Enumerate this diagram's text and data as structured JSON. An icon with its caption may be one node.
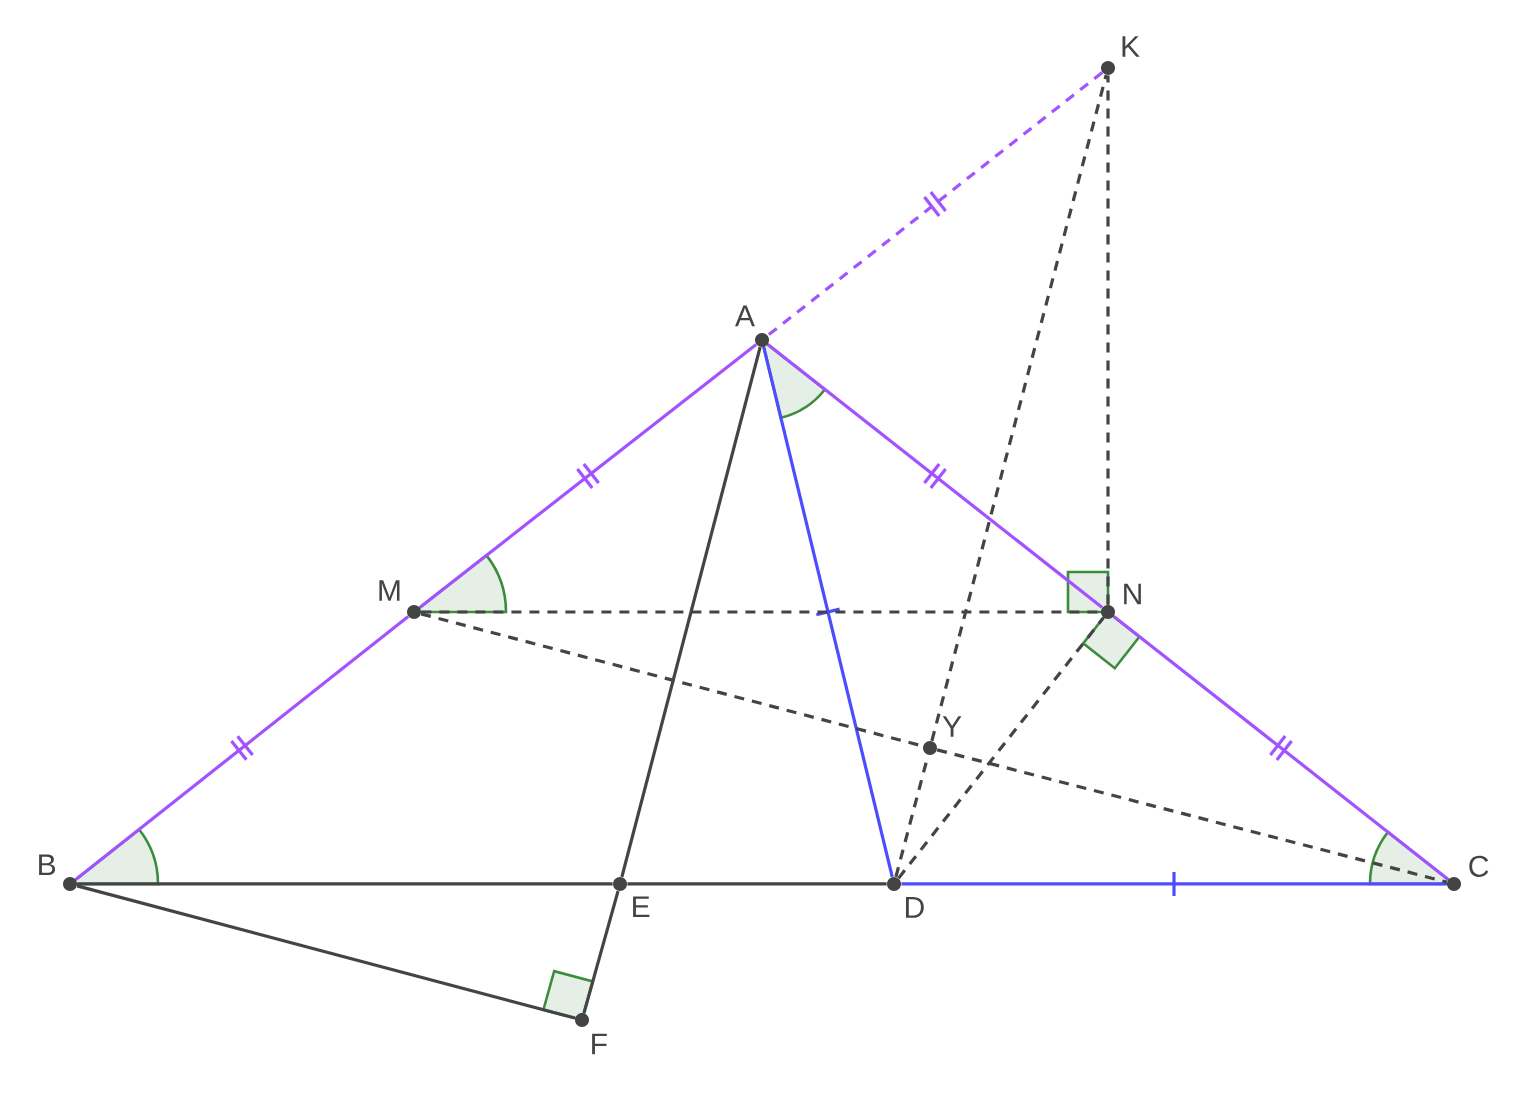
{
  "diagram": {
    "nodes": [
      {
        "text": [
          "K"
        ]
      },
      {
        "text": [
          "A"
        ]
      },
      {
        "text": [
          "M"
        ]
      },
      {
        "text": [
          "N"
        ]
      },
      {
        "text": [
          "Y"
        ]
      },
      {
        "text": [
          "B"
        ]
      },
      {
        "text": [
          "E"
        ]
      },
      {
        "text": [
          "D"
        ]
      },
      {
        "text": [
          "C"
        ]
      },
      {
        "text": [
          "F"
        ]
      }
    ],
    "edges": [
      {
        "from": 0,
        "to": 1,
        "arrow": "none",
        "style": "dashed",
        "color": "#a352ff"
      },
      {
        "from": 1,
        "to": 2,
        "arrow": "none",
        "color": "#a352ff"
      },
      {
        "from": 2,
        "to": 5,
        "arrow": "none",
        "color": "#a352ff"
      },
      {
        "from": 1,
        "to": 3,
        "arrow": "none",
        "color": "#a352ff"
      },
      {
        "from": 3,
        "to": 8,
        "arrow": "none",
        "color": "#a352ff"
      },
      {
        "from": 1,
        "to": 7,
        "arrow": "none",
        "color": "#4d4dff"
      },
      {
        "from": 7,
        "to": 8,
        "arrow": "none",
        "color": "#4d4dff"
      },
      {
        "from": 5,
        "to": 6,
        "arrow": "none"
      },
      {
        "from": 6,
        "to": 7,
        "arrow": "none"
      },
      {
        "from": 1,
        "to": 6,
        "arrow": "none"
      },
      {
        "from": 6,
        "to": 9,
        "arrow": "none"
      },
      {
        "from": 5,
        "to": 9,
        "arrow": "none"
      },
      {
        "from": 2,
        "to": 3,
        "arrow": "none",
        "style": "dashed"
      },
      {
        "from": 2,
        "to": 4,
        "arrow": "none",
        "style": "dashed"
      },
      {
        "from": 4,
        "to": 8,
        "arrow": "none",
        "style": "dashed"
      },
      {
        "from": 7,
        "to": 4,
        "arrow": "none",
        "style": "dashed"
      },
      {
        "from": 4,
        "to": 0,
        "arrow": "none",
        "style": "dashed"
      },
      {
        "from": 7,
        "to": 3,
        "arrow": "none",
        "style": "dashed"
      },
      {
        "from": 3,
        "to": 0,
        "arrow": "none",
        "style": "dashed"
      }
    ]
  }
}
